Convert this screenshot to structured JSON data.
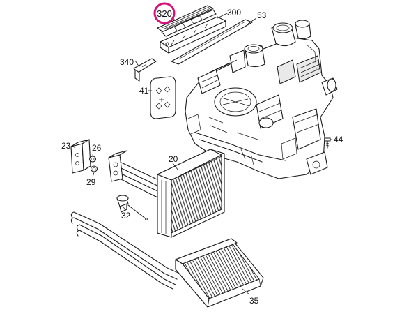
{
  "highlight_color": "#d4147a",
  "parts": {
    "p320": "320",
    "p300": "300",
    "p53": "53",
    "p340": "340",
    "p41": "41",
    "p44": "44",
    "p23": "23",
    "p26": "26",
    "p29": "29",
    "p20": "20",
    "p32": "32",
    "p35": "35"
  }
}
